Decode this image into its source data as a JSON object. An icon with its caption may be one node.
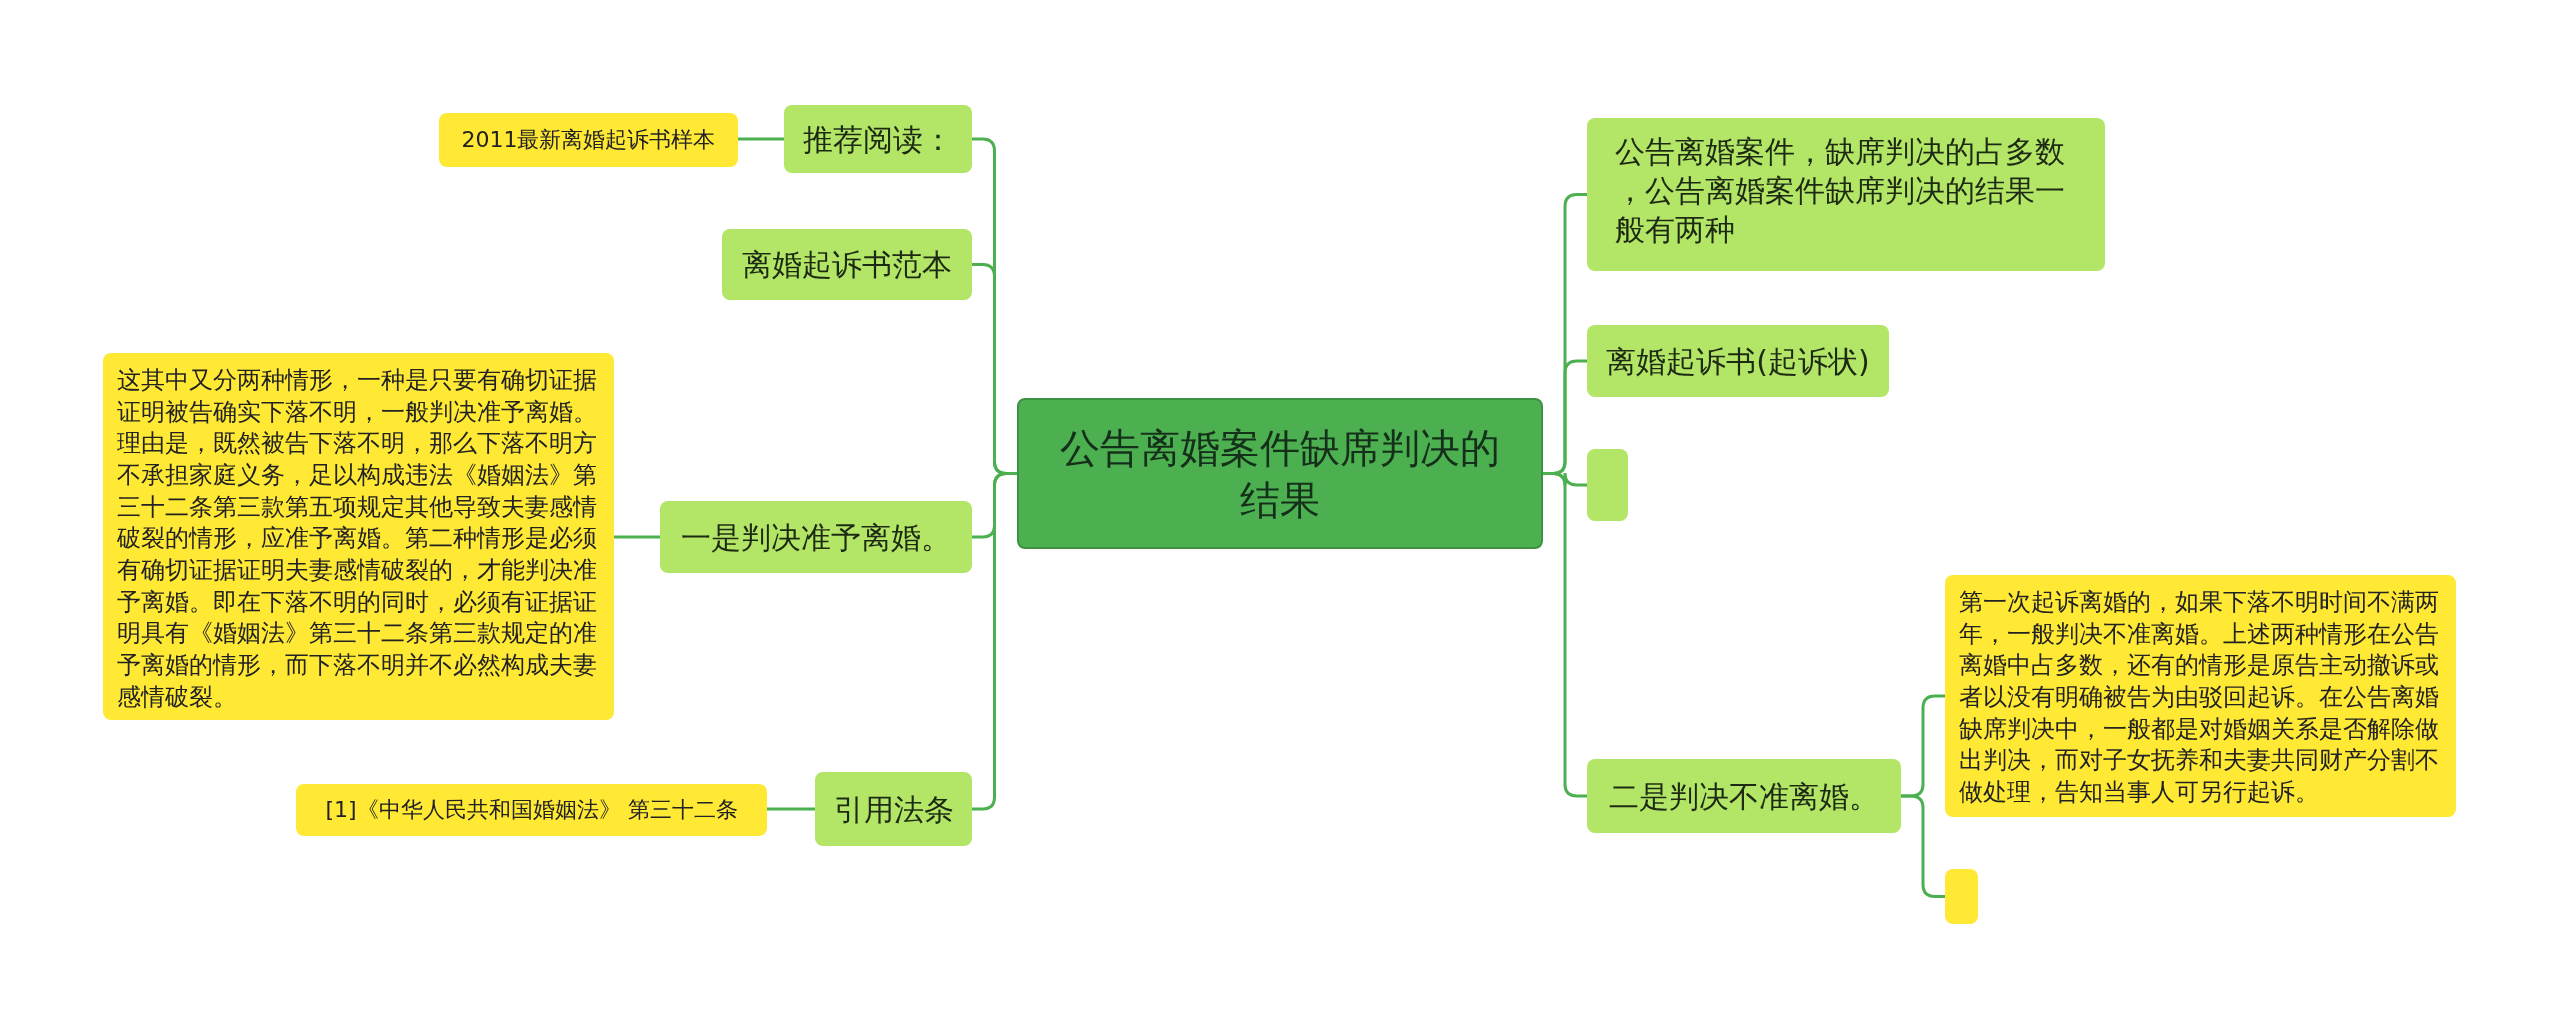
{
  "diagram": {
    "nodes": [
      {
        "text": [
          "公告离婚案件缺席判决的结果"
        ]
      },
      {
        "text": [
          "推荐阅读："
        ]
      },
      {
        "text": [
          "2011最新离婚起诉书样本"
        ]
      },
      {
        "text": [
          "离婚起诉书范本"
        ]
      },
      {
        "text": [
          "一是判决准予离婚。"
        ]
      },
      {
        "text": [
          "这其中又分两种情形，一种是只要有确切证据证明被告确实下落不明，一般判决准予离婚。理由是，既然被告下落不明，那么下落不明方不承担家庭义务，足以构成违法《婚姻法》第三十二条第三款第五项规定其他导致夫妻感情破裂的情形，应准予离婚。第二种情形是必须有确切证据证明夫妻感情破裂的，才能判决准予离婚。即在下落不明的同时，必须有证据证明具有《婚姻法》第三十二条第三款规定的准予离婚的情形，而下落不明并不必然构成夫妻感情破裂。"
        ]
      },
      {
        "text": [
          "引用法条"
        ]
      },
      {
        "text": [
          "[1]《中华人民共和国婚姻法》 第三十二条"
        ]
      },
      {
        "text": [
          "公告离婚案件，缺席判决的占多数，公告离婚案件缺席判决的结果一般有两种"
        ]
      },
      {
        "text": [
          "离婚起诉书(起诉状)"
        ]
      },
      {
        "text": [],
        "shape": "box"
      },
      {
        "text": [
          "二是判决不准离婚。"
        ]
      },
      {
        "text": [
          "第一次起诉离婚的，如果下落不明时间不满两年，一般判决不准离婚。上述两种情形在公告离婚中占多数，还有的情形是原告主动撤诉或者以没有明确被告为由驳回起诉。在公告离婚缺席判决中，一般都是对婚姻关系是否解除做出判决，而对子女抚养和夫妻共同财产分割不做处理，告知当事人可另行起诉。"
        ]
      },
      {
        "text": [],
        "shape": "box"
      }
    ],
    "edges": [
      {
        "from": 0,
        "to": 1,
        "arrow": "none"
      },
      {
        "from": 1,
        "to": 2,
        "arrow": "none"
      },
      {
        "from": 0,
        "to": 3,
        "arrow": "none"
      },
      {
        "from": 0,
        "to": 4,
        "arrow": "none"
      },
      {
        "from": 4,
        "to": 5,
        "arrow": "none"
      },
      {
        "from": 0,
        "to": 6,
        "arrow": "none"
      },
      {
        "from": 6,
        "to": 7,
        "arrow": "none"
      },
      {
        "from": 0,
        "to": 8,
        "arrow": "none"
      },
      {
        "from": 0,
        "to": 9,
        "arrow": "none"
      },
      {
        "from": 0,
        "to": 10,
        "arrow": "none"
      },
      {
        "from": 0,
        "to": 11,
        "arrow": "none"
      },
      {
        "from": 11,
        "to": 12,
        "arrow": "none"
      },
      {
        "from": 11,
        "to": 13,
        "arrow": "none"
      }
    ]
  }
}
